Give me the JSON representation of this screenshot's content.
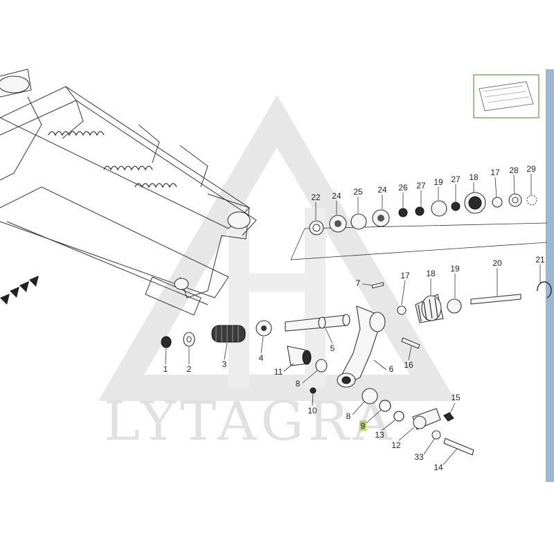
{
  "watermark": {
    "text": "LYTAGRA"
  },
  "colors": {
    "highlight": "#b9d36b",
    "sidebar": "#9bb7d3",
    "inset_border": "#7fb069"
  },
  "callouts": {
    "c1": "1",
    "c2": "2",
    "c3": "3",
    "c4": "4",
    "c5": "5",
    "c6": "6",
    "c7": "7",
    "c8a": "8",
    "c8b": "8",
    "c9": "9",
    "c10": "10",
    "c11": "11",
    "c12": "12",
    "c13": "13",
    "c14": "14",
    "c15": "15",
    "c16": "16",
    "c17a": "17",
    "c17b": "17",
    "c18a": "18",
    "c18b": "18",
    "c19a": "19",
    "c19b": "19",
    "c20": "20",
    "c21": "21",
    "c22": "22",
    "c24a": "24",
    "c25": "25",
    "c24b": "24",
    "c26": "26",
    "c27a": "27",
    "c27b": "27",
    "c28": "28",
    "c29": "29",
    "c33": "33"
  },
  "highlighted_callout": "9"
}
